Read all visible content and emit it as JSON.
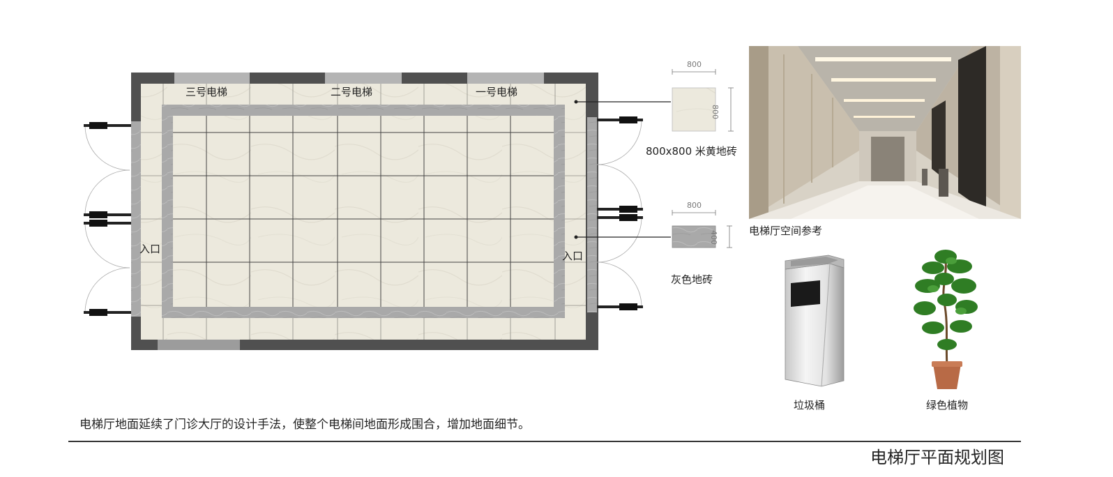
{
  "plan": {
    "elevators": [
      "三号电梯",
      "二号电梯",
      "一号电梯"
    ],
    "entrance_left": "入口",
    "entrance_right": "入口"
  },
  "tiles": {
    "beige": {
      "dim_w": "800",
      "dim_h": "800",
      "label": "800x800 米黄地砖",
      "color": "#ece9dd"
    },
    "gray": {
      "dim_w": "800",
      "dim_h": "400",
      "label": "灰色地砖",
      "color": "#a8a8a8"
    }
  },
  "reference": {
    "caption": "电梯厅空间参考"
  },
  "products": [
    {
      "caption": "垃圾桶"
    },
    {
      "caption": "绿色植物"
    }
  ],
  "description": "电梯厅地面延续了门诊大厅的设计手法，使整个电梯间地面形成围合，增加地面细节。",
  "page_title": "电梯厅平面规划图",
  "colors": {
    "wall": "#505050",
    "floor": "#ece9dd",
    "border": "#a6a6a6",
    "grid": "#444444"
  }
}
